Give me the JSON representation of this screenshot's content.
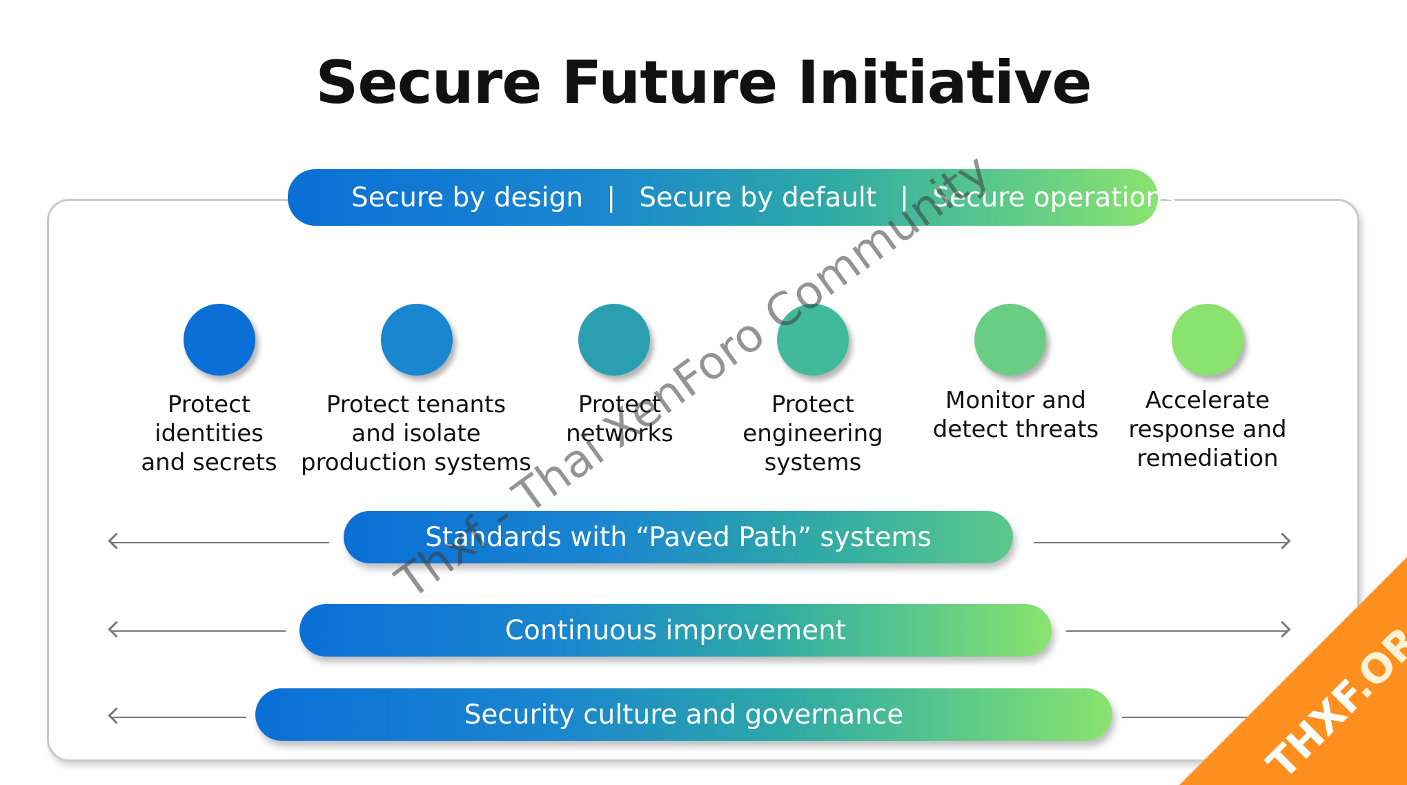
{
  "title": "Secure Future Initiative",
  "top_banner": {
    "items": [
      "Secure by design",
      "Secure by default",
      "Secure operations"
    ],
    "separator": "|"
  },
  "pillars": [
    {
      "label": "Protect identities and secrets",
      "lines": [
        "Protect",
        "identities",
        "and secrets"
      ],
      "color": "#0a6fd6"
    },
    {
      "label": "Protect tenants and isolate production systems",
      "lines": [
        "Protect tenants",
        "and isolate",
        "production systems"
      ],
      "color": "#1a86cf"
    },
    {
      "label": "Protect networks",
      "lines": [
        "Protect",
        "networks"
      ],
      "color": "#2b9fb0"
    },
    {
      "label": "Protect engineering systems",
      "lines": [
        "Protect",
        "engineering",
        "systems"
      ],
      "color": "#42b99a"
    },
    {
      "label": "Monitor and detect threats",
      "lines": [
        "Monitor and",
        "detect threats"
      ],
      "color": "#6acd84"
    },
    {
      "label": "Accelerate response and remediation",
      "lines": [
        "Accelerate",
        "response and",
        "remediation"
      ],
      "color": "#8be36f"
    }
  ],
  "bands": [
    {
      "label": "Standards with “Paved Path” systems"
    },
    {
      "label": "Continuous improvement"
    },
    {
      "label": "Security culture and governance"
    }
  ],
  "watermark": "Thxf - Thai XenForo Community",
  "corner_badge": {
    "text": "THXF",
    "suffix": ".ORG",
    "color": "#ff8f1f"
  }
}
